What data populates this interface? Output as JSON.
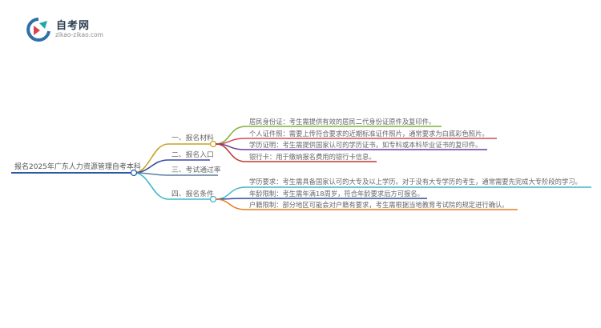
{
  "logo": {
    "name": "自考网",
    "url": "zikao-zikao.com",
    "colors": {
      "mark_red": "#d9434b",
      "mark_teal": "#23a6a8",
      "mark_blue": "#2e6fa8"
    }
  },
  "mindmap": {
    "root": {
      "label": "报名2025年广东人力资源管理自考本科",
      "color": "#2a5aa7"
    },
    "branches": [
      {
        "label": "一、报名材料",
        "color": "#c9a227",
        "children": [
          {
            "label": "居民身份证：考生需提供有效的居民二代身份证原件及复印件。",
            "color": "#7fb23a"
          },
          {
            "label": "个人证件照：需要上传符合要求的近期标准证件照片，通常要求为白底彩色照片。",
            "color": "#d14a5b"
          },
          {
            "label": "学历证明：考生需提供国家认可的学历证书，如专科或本科毕业证书的复印件。",
            "color": "#6d3f9a"
          },
          {
            "label": "银行卡：用于缴纳报名费用的银行卡信息。",
            "color": "#c0392b"
          }
        ]
      },
      {
        "label": "二、报名入口",
        "color": "#3a4aa0",
        "children": []
      },
      {
        "label": "三、考试通过率",
        "color": "#5c7f9b",
        "children": []
      },
      {
        "label": "四、报名条件",
        "color": "#3fb8c8",
        "children": [
          {
            "label": "学历要求：考生需具备国家认可的大专及以上学历。对于没有大专学历的考生，通常需要先完成大专阶段的学习。",
            "color": "#3fb8c8"
          },
          {
            "label": "年龄限制：考生需年满18周岁，符合年龄要求后方可报名。",
            "color": "#2e4a9e"
          },
          {
            "label": "户籍限制：部分地区可能会对户籍有要求，考生需根据当地教育考试院的规定进行确认。",
            "color": "#e67e22"
          }
        ]
      }
    ]
  }
}
